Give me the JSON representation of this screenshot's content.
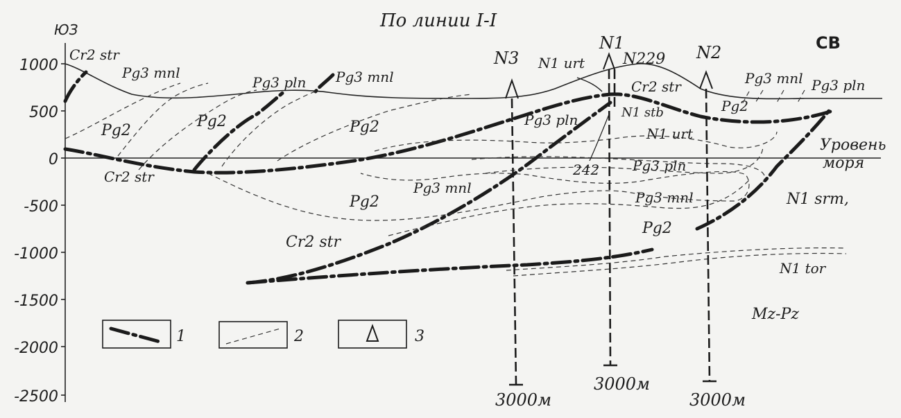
{
  "title": "По линии I-I",
  "directions": {
    "sw": "ЮЗ",
    "ne": "СВ"
  },
  "y_axis": {
    "ticks": [
      "1000",
      "500",
      "0",
      "-500",
      "-1000",
      "-1500",
      "-2000",
      "-2500"
    ]
  },
  "sea_level_label": [
    "Уровень",
    "моря"
  ],
  "wells": [
    {
      "name": "N3",
      "depth_label": "3000м"
    },
    {
      "name": "N1",
      "depth_label": "3000м"
    },
    {
      "name": "N229",
      "depth_label": ""
    },
    {
      "name": "N2",
      "depth_label": "3000м"
    }
  ],
  "point_label": "242",
  "formation_labels": {
    "cr2str_top": "Cr2 str",
    "pg3mnl_top_left": "Pg3 mnl",
    "pg3pln_top": "Pg3 pln",
    "pg3mnl_top_mid": "Pg3 mnl",
    "n1urt_top": "N1 urt",
    "cr2str_top_right": "Cr2 str",
    "pg3mnl_top_right": "Pg3 mnl",
    "pg3pln_top_right": "Pg3 pln",
    "pg2_left": "Pg2",
    "pg2_mid_left": "Pg2",
    "pg2_center": "Pg2",
    "pg3pln_center": "Pg3 pln",
    "n1stb": "N1 stb",
    "n1urt_center": "N1 urt",
    "pg2_right": "Pg2",
    "cr2str_sea": "Cr2 str",
    "pg3pln_deep": "Pg3 pln",
    "pg3mnl_deep_left": "Pg3 mnl",
    "pg2_deep": "Pg2",
    "pg3mnl_deep_right": "Pg3 mnl",
    "n1srm": "N1 srm,",
    "cr2str_deep": "Cr2 str",
    "pg2_deep_right": "Pg2",
    "n1tor": "N1 tor",
    "mzpz": "Mz-Pz"
  },
  "legend": [
    {
      "num": "1",
      "symbol": "thick-dash-dot-line"
    },
    {
      "num": "2",
      "symbol": "thin-dashed-line"
    },
    {
      "num": "3",
      "symbol": "triangle-well"
    }
  ]
}
